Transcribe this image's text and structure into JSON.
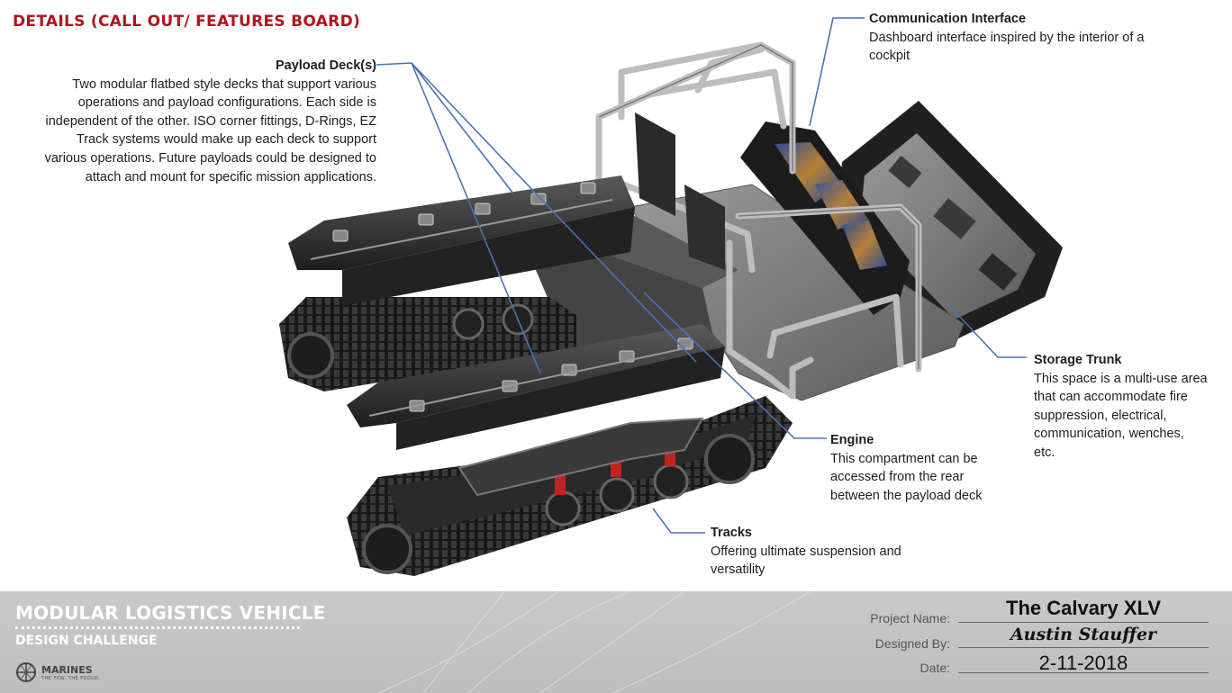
{
  "board": {
    "title": "DETAILS (CALL OUT/ FEATURES BOARD)"
  },
  "callouts": {
    "payload": {
      "heading": "Payload Deck(s)",
      "lines": [
        "Two modular flatbed style decks that support various",
        "operations and payload configurations. Each side is",
        "independent of the other. ISO corner fittings, D-Rings, EZ",
        "Track systems would make up each deck to support",
        "various operations. Future payloads could be designed to",
        "attach and mount for specific mission applications."
      ]
    },
    "communication": {
      "heading": "Communication Interface",
      "lines": [
        "Dashboard interface inspired by the interior of a",
        "cockpit"
      ]
    },
    "storage": {
      "heading": "Storage Trunk",
      "lines": [
        "This space is a multi-use area",
        "that can accommodate fire",
        "suppression, electrical,",
        "communication, wenches,",
        "etc."
      ]
    },
    "engine": {
      "heading": "Engine",
      "lines": [
        "This compartment can be",
        "accessed from the rear",
        "between the payload deck"
      ]
    },
    "tracks": {
      "heading": "Tracks",
      "lines": [
        "Offering ultimate suspension and",
        "versatility"
      ]
    }
  },
  "footer": {
    "brand_line1": "MODULAR LOGISTICS VEHICLE",
    "brand_line2": "DESIGN CHALLENGE",
    "logo_text": "MARINES",
    "logo_subtext": "THE FEW. THE PROUD.",
    "labels": {
      "project": "Project Name:",
      "designer": "Designed By:",
      "date": "Date:"
    },
    "values": {
      "project": "The Calvary XLV",
      "designer": "Austin Stauffer",
      "date": "2-11-2018"
    }
  },
  "colors": {
    "title": "#b0141b",
    "leader_lines": "#4a73b5",
    "footer_bg": "#c4c4c4"
  },
  "icons": [
    "vehicle-render",
    "marines-emblem-icon"
  ]
}
